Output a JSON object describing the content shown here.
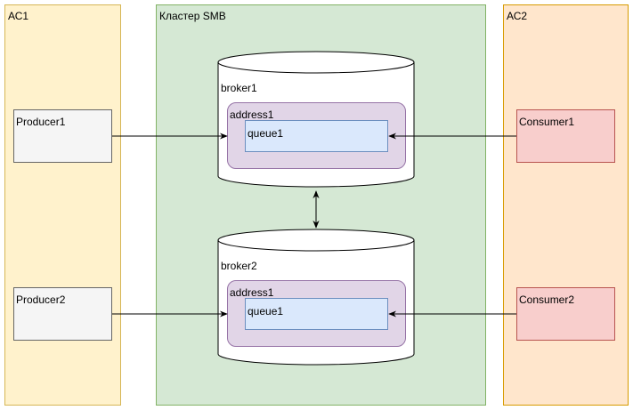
{
  "zones": {
    "as1": {
      "label": "АС1",
      "fill": "#fff2cc",
      "stroke": "#d6b656"
    },
    "cluster": {
      "label": "Кластер SMB",
      "fill": "#d5e8d4",
      "stroke": "#82b366"
    },
    "as2": {
      "label": "АС2",
      "fill": "#ffe6cc",
      "stroke": "#d79b00"
    }
  },
  "producers": [
    {
      "label": "Producer1",
      "fill": "#f5f5f5",
      "stroke": "#666666"
    },
    {
      "label": "Producer2",
      "fill": "#f5f5f5",
      "stroke": "#666666"
    }
  ],
  "consumers": [
    {
      "label": "Consumer1",
      "fill": "#f8cecc",
      "stroke": "#b85450"
    },
    {
      "label": "Consumer2",
      "fill": "#f8cecc",
      "stroke": "#b85450"
    }
  ],
  "brokers": [
    {
      "label": "broker1",
      "address": {
        "label": "address1",
        "fill": "#e1d5e7",
        "stroke": "#9673a6"
      },
      "queue": {
        "label": "queue1",
        "fill": "#dae8fc",
        "stroke": "#6c8ebf"
      }
    },
    {
      "label": "broker2",
      "address": {
        "label": "address1",
        "fill": "#e1d5e7",
        "stroke": "#9673a6"
      },
      "queue": {
        "label": "queue1",
        "fill": "#dae8fc",
        "stroke": "#6c8ebf"
      }
    }
  ]
}
